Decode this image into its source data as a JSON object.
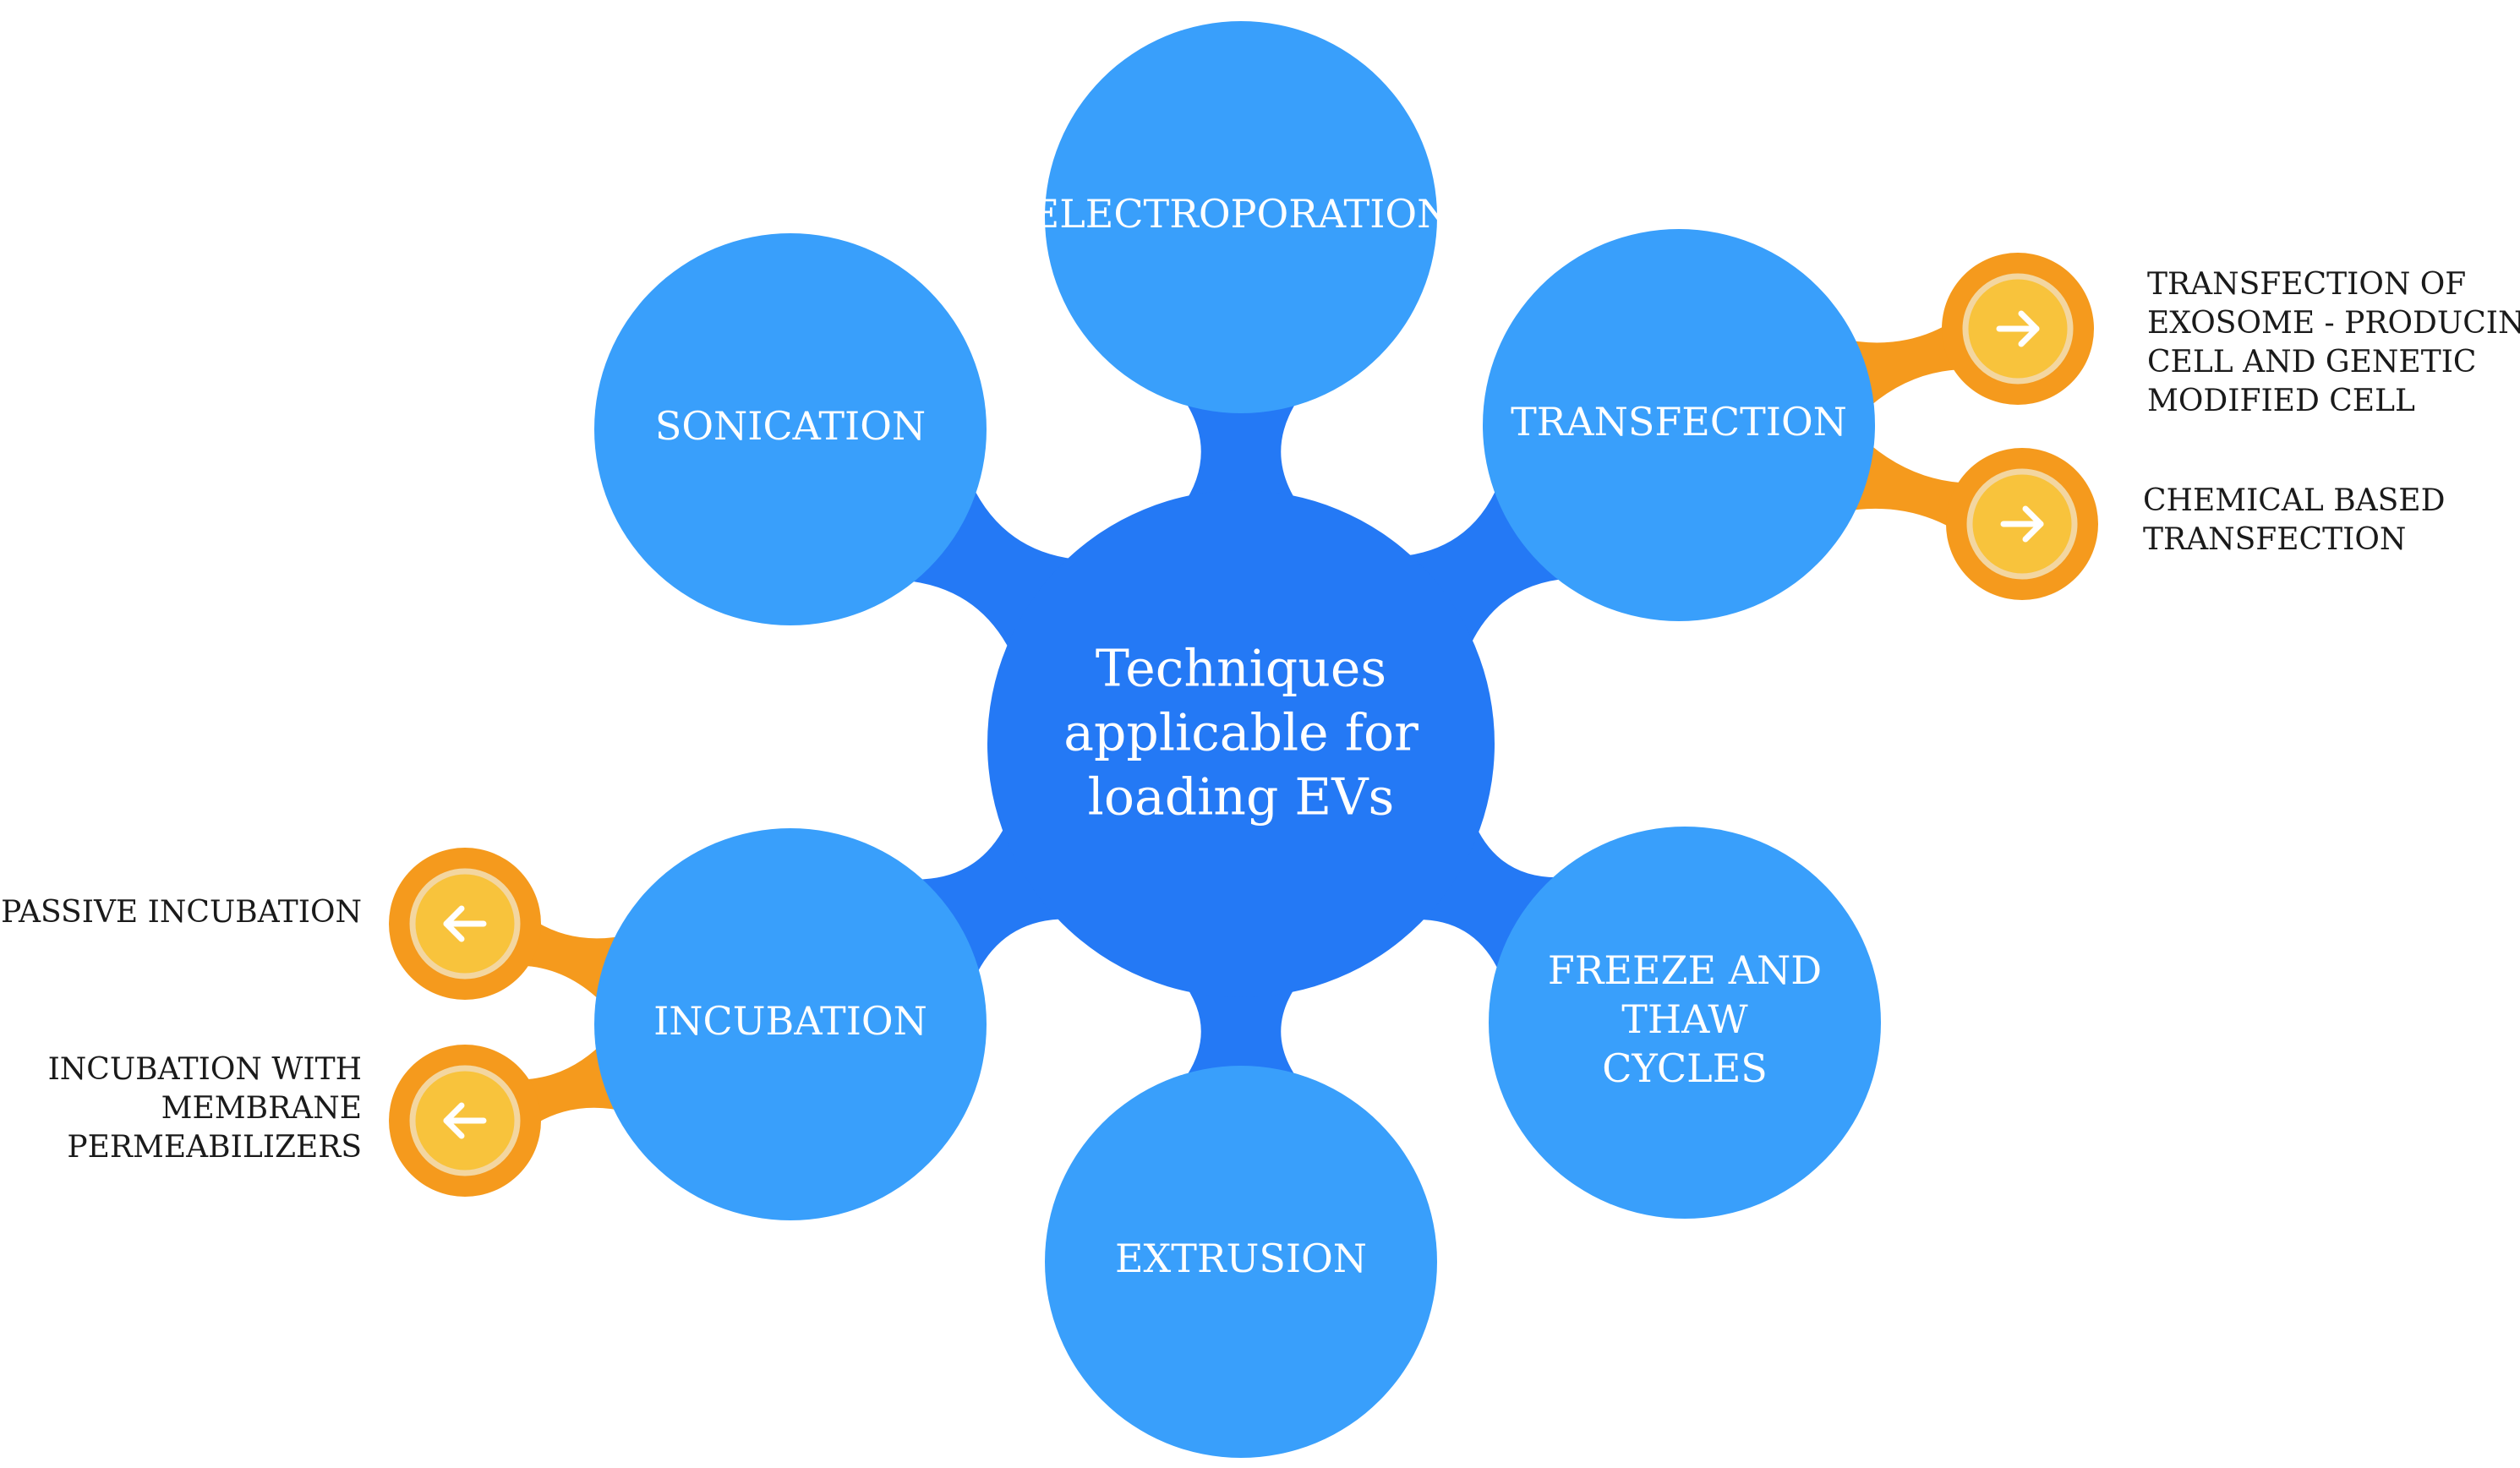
{
  "center": {
    "label_lines": [
      "Techniques",
      "applicable for",
      "loading EVs"
    ]
  },
  "nodes": [
    {
      "id": "electroporation",
      "label_lines": [
        "ELECTROPORATION"
      ]
    },
    {
      "id": "sonication",
      "label_lines": [
        "SONICATION"
      ]
    },
    {
      "id": "transfection",
      "label_lines": [
        "TRANSFECTION"
      ]
    },
    {
      "id": "incubation",
      "label_lines": [
        "INCUBATION"
      ]
    },
    {
      "id": "freeze-thaw",
      "label_lines": [
        "FREEZE AND",
        "THAW",
        "CYCLES"
      ]
    },
    {
      "id": "extrusion",
      "label_lines": [
        "EXTRUSION"
      ]
    }
  ],
  "leaves": [
    {
      "id": "transfection-exosome",
      "parent": "transfection",
      "arrow": "right",
      "label_lines": [
        "TRANSFECTION OF",
        "EXOSOME - PRODUCING",
        "CELL AND GENETIC",
        "MODIFIED CELL"
      ]
    },
    {
      "id": "chemical-transfection",
      "parent": "transfection",
      "arrow": "right",
      "label_lines": [
        "CHEMICAL BASED",
        "TRANSFECTION"
      ]
    },
    {
      "id": "passive-incubation",
      "parent": "incubation",
      "arrow": "left",
      "label_lines": [
        "PASSIVE  INCUBATION"
      ]
    },
    {
      "id": "membrane-incubation",
      "parent": "incubation",
      "arrow": "left",
      "label_lines": [
        "INCUBATION WITH",
        "MEMBRANE",
        "PERMEABILIZERS"
      ]
    }
  ],
  "colors": {
    "center": "#2479f5",
    "node": "#399ffb",
    "leaf_ring": "#f59a1d",
    "leaf_inner": "#f8c33c",
    "leaf_inner_ring": "#f3d6a0",
    "arrow": "#ffffff",
    "leaf_text": "#1a1a1a"
  },
  "icons": {
    "right": "arrow-right-icon",
    "left": "arrow-left-icon"
  }
}
